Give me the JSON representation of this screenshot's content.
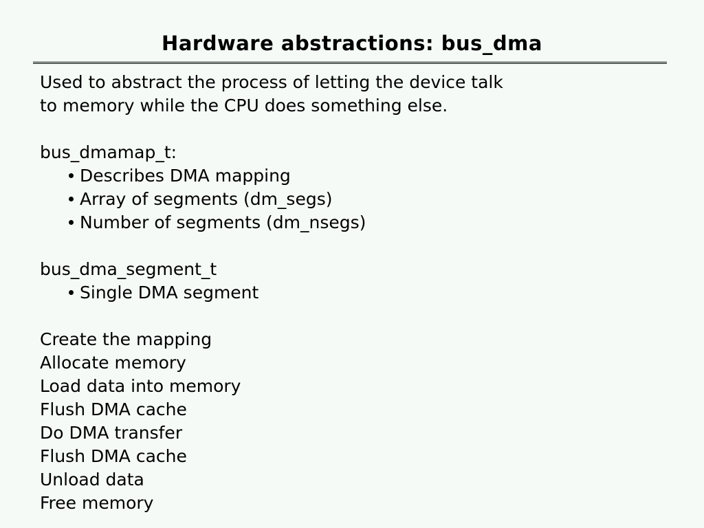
{
  "slide": {
    "title": "Hardware abstractions: bus_dma",
    "intro": [
      "Used to abstract the process of letting the device talk",
      "to memory while the CPU does something else."
    ],
    "sections": [
      {
        "heading": "bus_dmamap_t:",
        "bullets": [
          "Describes DMA mapping",
          "Array of segments (dm_segs)",
          "Number of segments (dm_nsegs)"
        ]
      },
      {
        "heading": "bus_dma_segment_t",
        "bullets": [
          "Single DMA segment"
        ]
      }
    ],
    "steps": [
      "Create the mapping",
      "Allocate memory",
      "Load data into memory",
      "Flush DMA cache",
      "Do DMA transfer",
      "Flush DMA cache",
      "Unload data",
      "Free memory"
    ],
    "colors": {
      "background": "#f5faf7",
      "text": "#000000",
      "rule_light": "#9ba59e",
      "rule_dark": "#58615b"
    }
  }
}
